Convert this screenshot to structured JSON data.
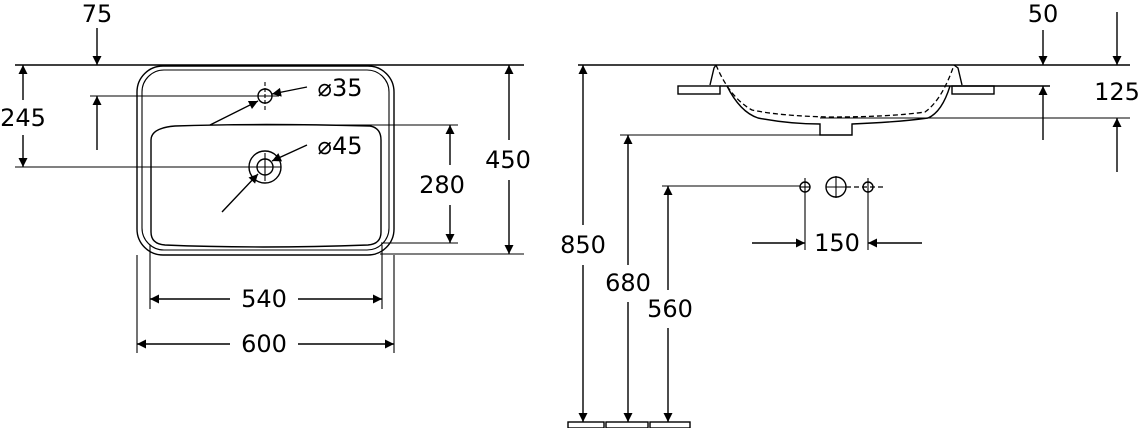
{
  "top_view": {
    "dim_tap_hole_offset": "75",
    "dim_waste_offset": "245",
    "dim_tap_hole_diameter": "⌀35",
    "dim_waste_diameter": "⌀45",
    "dim_bowl_depth": "280",
    "dim_overall_depth": "450",
    "dim_bowl_width": "540",
    "dim_overall_width": "600"
  },
  "side_view": {
    "dim_rim_height": "850",
    "dim_underside_height": "680",
    "dim_tap_connection_height": "560",
    "dim_tap_spacing": "150",
    "dim_rim_thickness": "50",
    "dim_basin_depth": "125"
  },
  "colors": {
    "line": "#000000",
    "background": "#ffffff"
  }
}
